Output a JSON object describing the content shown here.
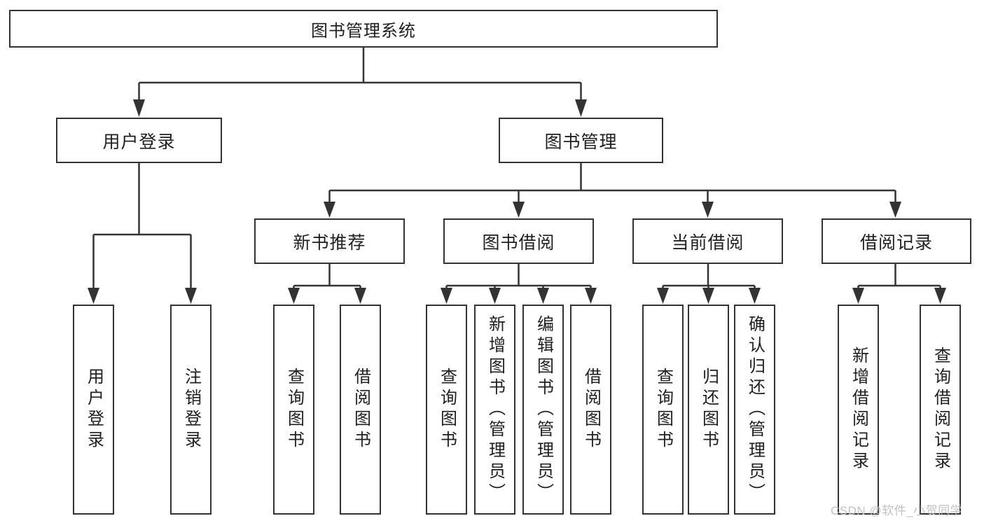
{
  "diagram": {
    "root": "图书管理系统",
    "level2": {
      "login": "用户登录",
      "management": "图书管理"
    },
    "level3": {
      "recommend": "新书推荐",
      "borrow": "图书借阅",
      "current": "当前借阅",
      "records": "借阅记录"
    },
    "leaves": {
      "login": [
        "用户登录",
        "注销登录"
      ],
      "recommend": [
        "查询图书",
        "借阅图书"
      ],
      "borrow": [
        "查询图书",
        "新增图书（管理员）",
        "编辑图书（管理员）",
        "借阅图书"
      ],
      "current": [
        "查询图书",
        "归还图书",
        "确认归还（管理员）"
      ],
      "records": [
        "新增借阅记录",
        "查询借阅记录"
      ]
    }
  },
  "watermark": {
    "text": "CSDN @软件_小贺同学",
    "color": "#c2c2c2"
  },
  "colors": {
    "line": "#333333",
    "box_border": "#333333",
    "text": "#1f1f1f",
    "background": "#ffffff"
  }
}
